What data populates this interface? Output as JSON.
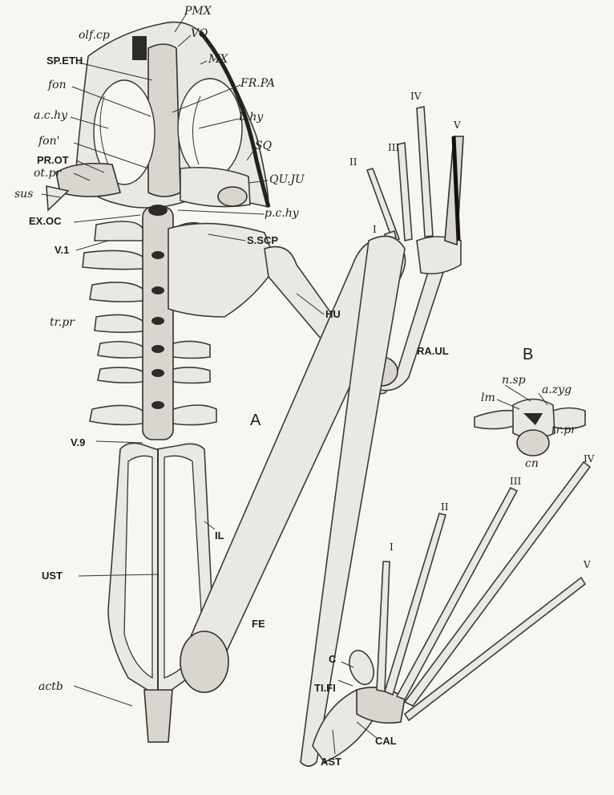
{
  "panels": {
    "a": "A",
    "b": "B"
  },
  "labels": {
    "pmx": "PMX",
    "olf_cp": "olf.cp",
    "vo": "VO",
    "mx": "MX",
    "sp_eth": "SP.ETH",
    "fr_pa": "FR.PA",
    "fon": "fon",
    "a_c_hy": "a.c.hy",
    "b_hy": "b.hy",
    "fon2": "fon'",
    "sq": "SQ",
    "pr_ot": "PR.OT",
    "ot_pr": "ot.pr",
    "qu_ju": "QU.JU",
    "sus": "sus",
    "p_c_hy": "p.c.hy",
    "ex_oc": "EX.OC",
    "s_scp": "S.SCP",
    "v1": "V.1",
    "hu": "HU",
    "tr_pr": "tr.pr",
    "ra_ul": "RA.UL",
    "v9": "V.9",
    "il": "IL",
    "ust": "UST",
    "fe": "FE",
    "c": "C",
    "ti_fi": "TI.FI",
    "actb": "actb",
    "cal": "CAL",
    "ast": "AST",
    "lm": "lm",
    "n_sp": "n.sp",
    "a_zyg": "a.zyg",
    "tr_pr_b": "tr.pr",
    "cn": "cn"
  },
  "hand_digits": [
    "I",
    "II",
    "III",
    "IV",
    "V"
  ],
  "foot_digits": [
    "I",
    "II",
    "III",
    "IV",
    "V"
  ]
}
